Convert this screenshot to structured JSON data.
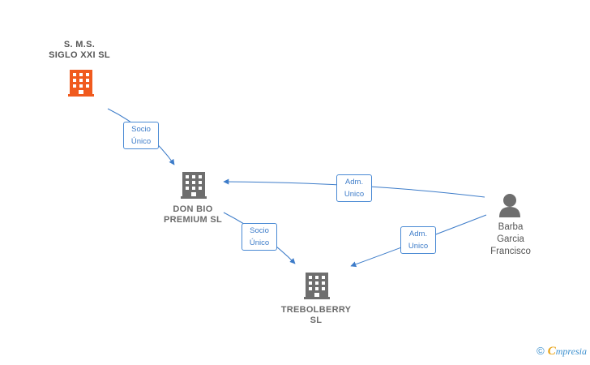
{
  "nodes": {
    "sms": {
      "name_line1": "S. M.S.",
      "name_line2": "SIGLO XXI  SL",
      "icon": "building-icon",
      "color": "#f05a1e"
    },
    "donbio": {
      "name_line1": "DON BIO",
      "name_line2": "PREMIUM  SL",
      "icon": "building-icon",
      "color": "#6e6e6e"
    },
    "trebol": {
      "name_line1": "TREBOLBERRY",
      "name_line2": "SL",
      "icon": "building-icon",
      "color": "#6e6e6e"
    },
    "person": {
      "name_line1": "Barba",
      "name_line2": "Garcia",
      "name_line3": "Francisco",
      "icon": "person-icon",
      "color": "#6e6e6e"
    }
  },
  "relations": {
    "r1": {
      "line1": "Socio",
      "line2": "Único"
    },
    "r2": {
      "line1": "Socio",
      "line2": "Único"
    },
    "r3": {
      "line1": "Adm.",
      "line2": "Unico"
    },
    "r4": {
      "line1": "Adm.",
      "line2": "Unico"
    }
  },
  "watermark": {
    "copyright": "©",
    "brand_first": "C",
    "brand_rest": "mpresia"
  },
  "colors": {
    "edge": "#3d7cc9"
  }
}
